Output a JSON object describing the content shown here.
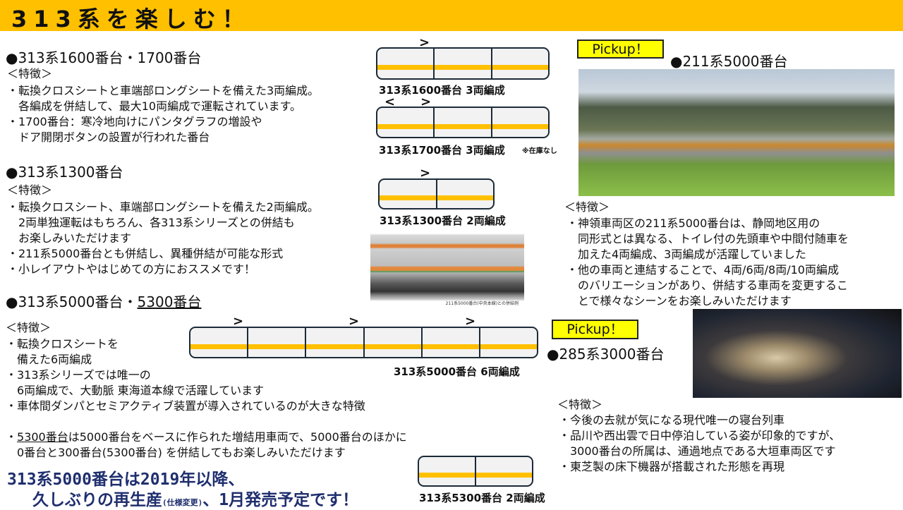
{
  "header": {
    "title": "313系を楽しむ！"
  },
  "s1600": {
    "title": "●313系1600番台・1700番台",
    "feature": "＜特徴＞",
    "lines": [
      "・転換クロスシートと車端部ロングシートを備えた3両編成。",
      "　各編成を併結して、最大10両編成で運転されています。",
      "・1700番台：寒冷地向けにパンタグラフの増設や",
      "　ドア開閉ボタンの設置が行われた番台"
    ]
  },
  "s1300": {
    "title": "●313系1300番台",
    "feature": "＜特徴＞",
    "lines": [
      "・転換クロスシート、車端部ロングシートを備えた2両編成。",
      "　2両単独運転はもちろん、各313系シリーズとの併結も",
      "　お楽しみいただけます",
      "・211系5000番台とも併結し、異種併結が可能な形式",
      "・小レイアウトやはじめての方におススメです！"
    ]
  },
  "s5000": {
    "title_a": "●313系5000番台・",
    "title_b": "5300番台",
    "feature": "＜特徴＞",
    "lines": [
      "・転換クロスシートを",
      "　備えた6両編成",
      "・313系シリーズでは唯一の",
      "　6両編成で、大動脈 東海道本線で活躍しています",
      "・車体間ダンパとセミアクティブ装置が導入されているのが大きな特徴"
    ],
    "line5300_a": "・",
    "line5300_u": "5300番台",
    "line5300_b": "は5000番台をベースに作られた増結用車両で、5000番台のほかに",
    "line5300_c": "　0番台と300番台(5300番台) を併結してもお楽しみいただけます"
  },
  "announce": {
    "line1": "313系5000番台は2019年以降、",
    "line2a": "久しぶりの再生産",
    "line2s": "(仕様変更)",
    "line2b": "、1月発売予定です！"
  },
  "trains": {
    "t1600": "313系1600番台 3両編成",
    "t1700": "313系1700番台 3両編成",
    "t1700note": "※在庫なし",
    "t1300": "313系1300番台 2両編成",
    "t5000": "313系5000番台 6両編成",
    "t5300": "313系5300番台 2両編成"
  },
  "photo_caption": "211系5000番台(中央本線)との併結例",
  "pick211": {
    "badge": "Pickup！",
    "title": "●211系5000番台",
    "feature": "＜特徴＞",
    "lines": [
      "・神領車両区の211系5000番台は、静岡地区用の",
      "　同形式とは異なる、トイレ付の先頭車や中間付随車を",
      "　加えた4両編成、3両編成が活躍していました",
      "・他の車両と連結することで、4両/6両/8両/10両編成",
      "　のバリエーションがあり、併結する車両を変更するこ",
      "　とで様々なシーンをお楽しみいただけます"
    ]
  },
  "pick285": {
    "badge": "Pickup！",
    "title": "●285系3000番台",
    "feature": "＜特徴＞",
    "lines": [
      "・今後の去就が気になる現代唯一の寝台列車",
      "・品川や西出雲で日中停泊している姿が印象的ですが、",
      "　3000番台の所属は、通過地点である大垣車両区です",
      "・東芝製の床下機器が搭載された形態を再現"
    ]
  },
  "colors": {
    "accent": "#ffc000",
    "pickup": "#ffff00",
    "navy": "#1f2f6e"
  }
}
